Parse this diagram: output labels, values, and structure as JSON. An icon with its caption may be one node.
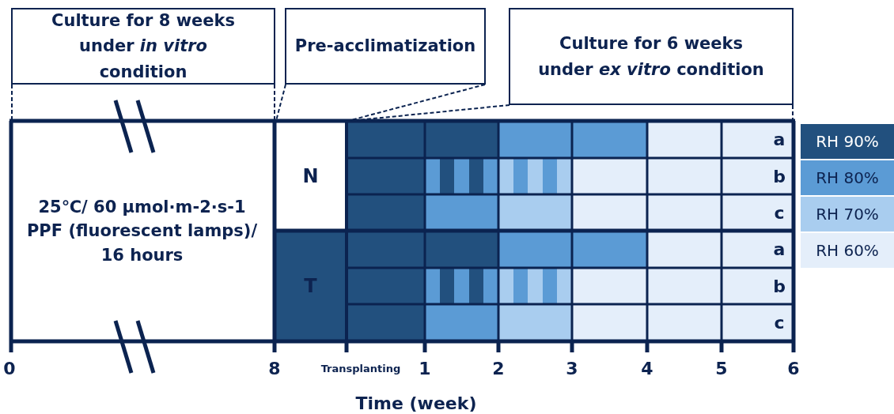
{
  "diagram": {
    "nodes": [
      {
        "text": [
          "Culture for 8 weeks under *in vitro* condition"
        ]
      },
      {
        "text": [
          "Pre-acclimatization"
        ]
      },
      {
        "text": [
          "Culture for 6 weeks under *ex vitro* condition"
        ]
      },
      {
        "text": [
          "25℃/ 60 μmol·m-2·s-1 PPF (fluorescent lamps)/ 16 hours"
        ]
      },
      {
        "text": [
          "N"
        ]
      },
      {
        "text": [
          "T"
        ]
      }
    ],
    "labels": [
      "a",
      "b",
      "c",
      "a",
      "b",
      "c",
      "0",
      "8",
      "Transplanting",
      "1",
      "2",
      "3",
      "4",
      "5",
      "6",
      "Time (week)"
    ],
    "legend": [
      {
        "text": "RH 90%",
        "color": "#22507e"
      },
      {
        "text": "RH 80%",
        "color": "#5b9bd5"
      },
      {
        "text": "RH 70%",
        "color": "#a9cdef"
      },
      {
        "text": "RH 60%",
        "color": "#e4eefa"
      }
    ]
  }
}
